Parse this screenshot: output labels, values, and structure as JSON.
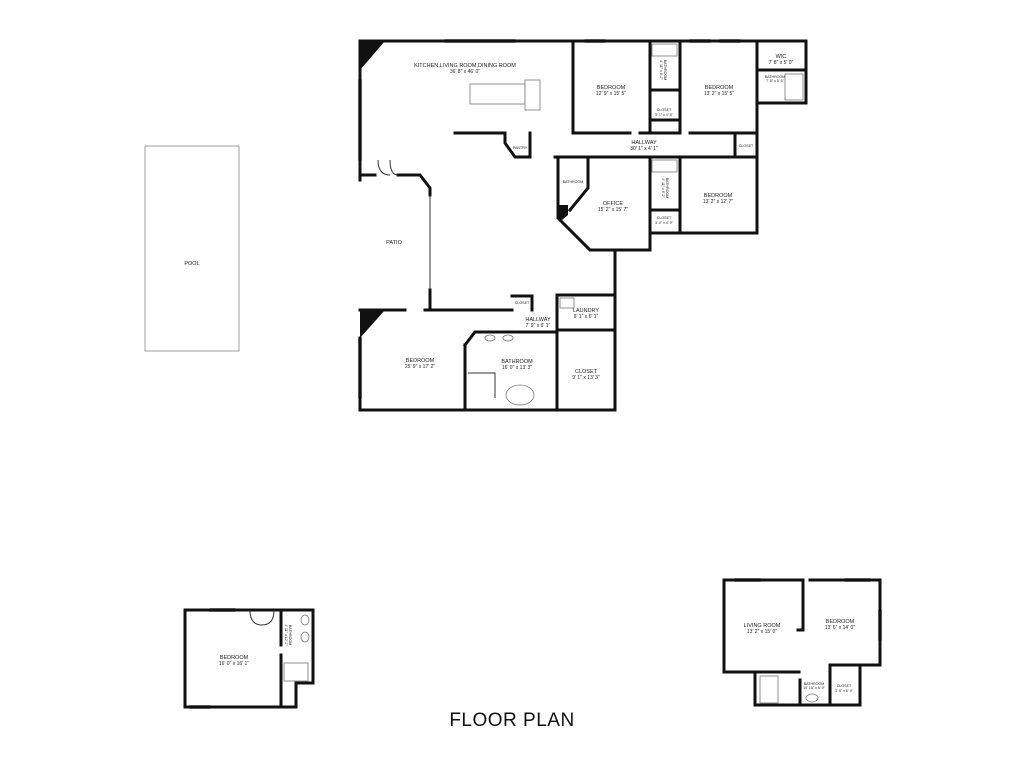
{
  "title": "FLOOR PLAN",
  "pool": {
    "label": "POOL"
  },
  "main_house": {
    "rooms": [
      {
        "name": "KITCHEN,LIVING ROOM,DINING ROOM",
        "size": "36' 8\" x 46' 0\""
      },
      {
        "name": "BEDROOM",
        "size": "12' 9\" x 15' 5\""
      },
      {
        "name": "BEDROOM",
        "size": "13' 2\" x 15' 5\""
      },
      {
        "name": "WIC",
        "size": "7' 8\" x 5' 0\""
      },
      {
        "name": "BATHROOM",
        "size": "7' 8\" x 5' 5\""
      },
      {
        "name": "CLOSET",
        "size": "3' 1\" x 4' 8\""
      },
      {
        "name": "BATHROOM",
        "size": "4' 11\" x 8' 2\""
      },
      {
        "name": "HALLWAY",
        "size": "30' 1\" x 4' 1\""
      },
      {
        "name": "CLOSET",
        "size": ""
      },
      {
        "name": "PANTRY",
        "size": ""
      },
      {
        "name": "BATHROOM",
        "size": ""
      },
      {
        "name": "OFFICE",
        "size": "15' 2\" x 15' 7\""
      },
      {
        "name": "BATHROOM",
        "size": "4' 11\" x 6' 2\""
      },
      {
        "name": "CLOSET",
        "size": "3' 0\" x 4' 9\""
      },
      {
        "name": "BEDROOM",
        "size": "13' 2\" x 12' 7\""
      },
      {
        "name": "PATIO",
        "size": ""
      },
      {
        "name": "CLOSET",
        "size": ""
      },
      {
        "name": "HALLWAY",
        "size": "7' 9\" x 6' 1\""
      },
      {
        "name": "LAUNDRY",
        "size": "9' 1\" x 6' 1\""
      },
      {
        "name": "BEDROOM",
        "size": "25' 9\" x 17' 2\""
      },
      {
        "name": "BATHROOM",
        "size": "16' 0\" x 13' 3\""
      },
      {
        "name": "CLOSET",
        "size": "9' 1\" x 13' 3\""
      }
    ]
  },
  "guest_house": {
    "rooms": [
      {
        "name": "BEDROOM",
        "size": "16' 0\" x 16' 1\""
      },
      {
        "name": "BATHROOM",
        "size": "4' 11\" x 12' 2\""
      }
    ]
  },
  "casita": {
    "rooms": [
      {
        "name": "LIVING ROOM",
        "size": "13' 2\" x 15' 0\""
      },
      {
        "name": "BEDROOM",
        "size": "13' 6\" x 14' 0\""
      },
      {
        "name": "BATHROOM",
        "size": "10' 10\" x 6' 9\""
      },
      {
        "name": "CLOSET",
        "size": "3' 9\" x 6' 9\""
      }
    ]
  }
}
